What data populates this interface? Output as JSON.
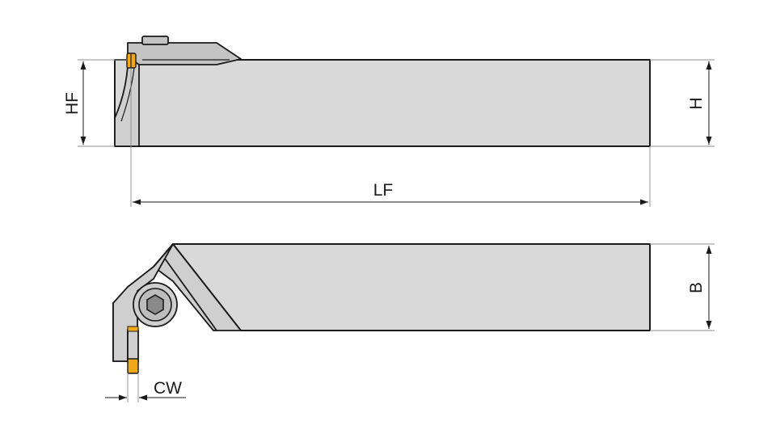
{
  "dimensions": {
    "hf": "HF",
    "h": "H",
    "lf": "LF",
    "b": "B",
    "cw": "CW"
  },
  "colors": {
    "body": "#d9d9d9",
    "insert": "#f0a818",
    "outline": "#1a1a1a",
    "screw": "#8a8a8a"
  }
}
